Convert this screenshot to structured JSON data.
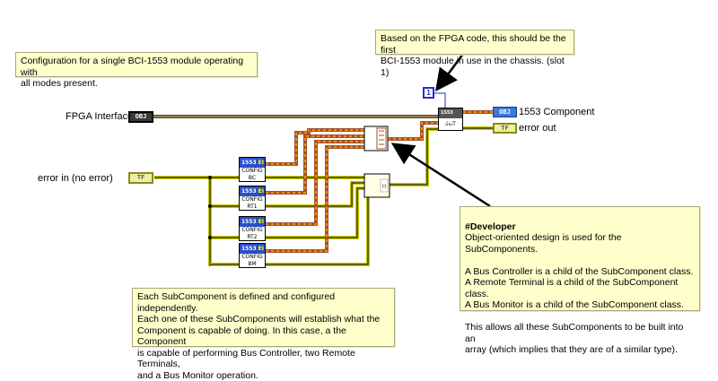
{
  "notes": {
    "config": "Configuration for a single BCI-1553 module operating with\nall modes present.",
    "fpga": "Based on the FPGA code, this should be the first\nBCI-1553 module in use in the chassis. (slot 1)",
    "developer_title": "#Developer",
    "developer_body": "Object-oriented design is used for the SubComponents.\n\nA Bus Controller is a child of the SubComponent class.\nA Remote Terminal is a child of the SubComponent class.\nA Bus Monitor is a child of the SubComponent class.\n\nThis allows all these SubComponents to be built into an\narray (which implies that they are of a similar type).",
    "subcomponent": "Each SubComponent is defined and configured independently.\nEach one of these SubComponents will establish what the\nComponent is capable of doing. In this case, a the Component\nis capable of performing Bus Controller, two Remote Terminals,\nand a Bus Monitor operation."
  },
  "labels": {
    "fpga_interface": "FPGA Interface",
    "error_in": "error in (no error)",
    "component_out": "1553 Component",
    "error_out": "error out"
  },
  "terminals": {
    "obj_in": "OBJ",
    "obj_out": "OBJ",
    "err_in": "TF",
    "err_out": "TF",
    "constant": "1"
  },
  "subvis": [
    {
      "top": "1553",
      "bottom": "CONFIG\nBC"
    },
    {
      "top": "1553",
      "bottom": "CONFIG\nRT1"
    },
    {
      "top": "1553",
      "bottom": "CONFIG\nRT2"
    },
    {
      "top": "1553",
      "bottom": "CONFIG\nBM"
    }
  ],
  "init_vi": {
    "top": "1553 MOD",
    "bottom": "INIT"
  },
  "colors": {
    "note_bg": "#ffffcc",
    "wire_class": "#a0522d",
    "wire_class_dash": "#ff8c00",
    "wire_error": "#c8c800",
    "wire_error_core": "#000000",
    "wire_fpga": "#5a4a2a",
    "wire_numeric": "#2a2acc"
  }
}
